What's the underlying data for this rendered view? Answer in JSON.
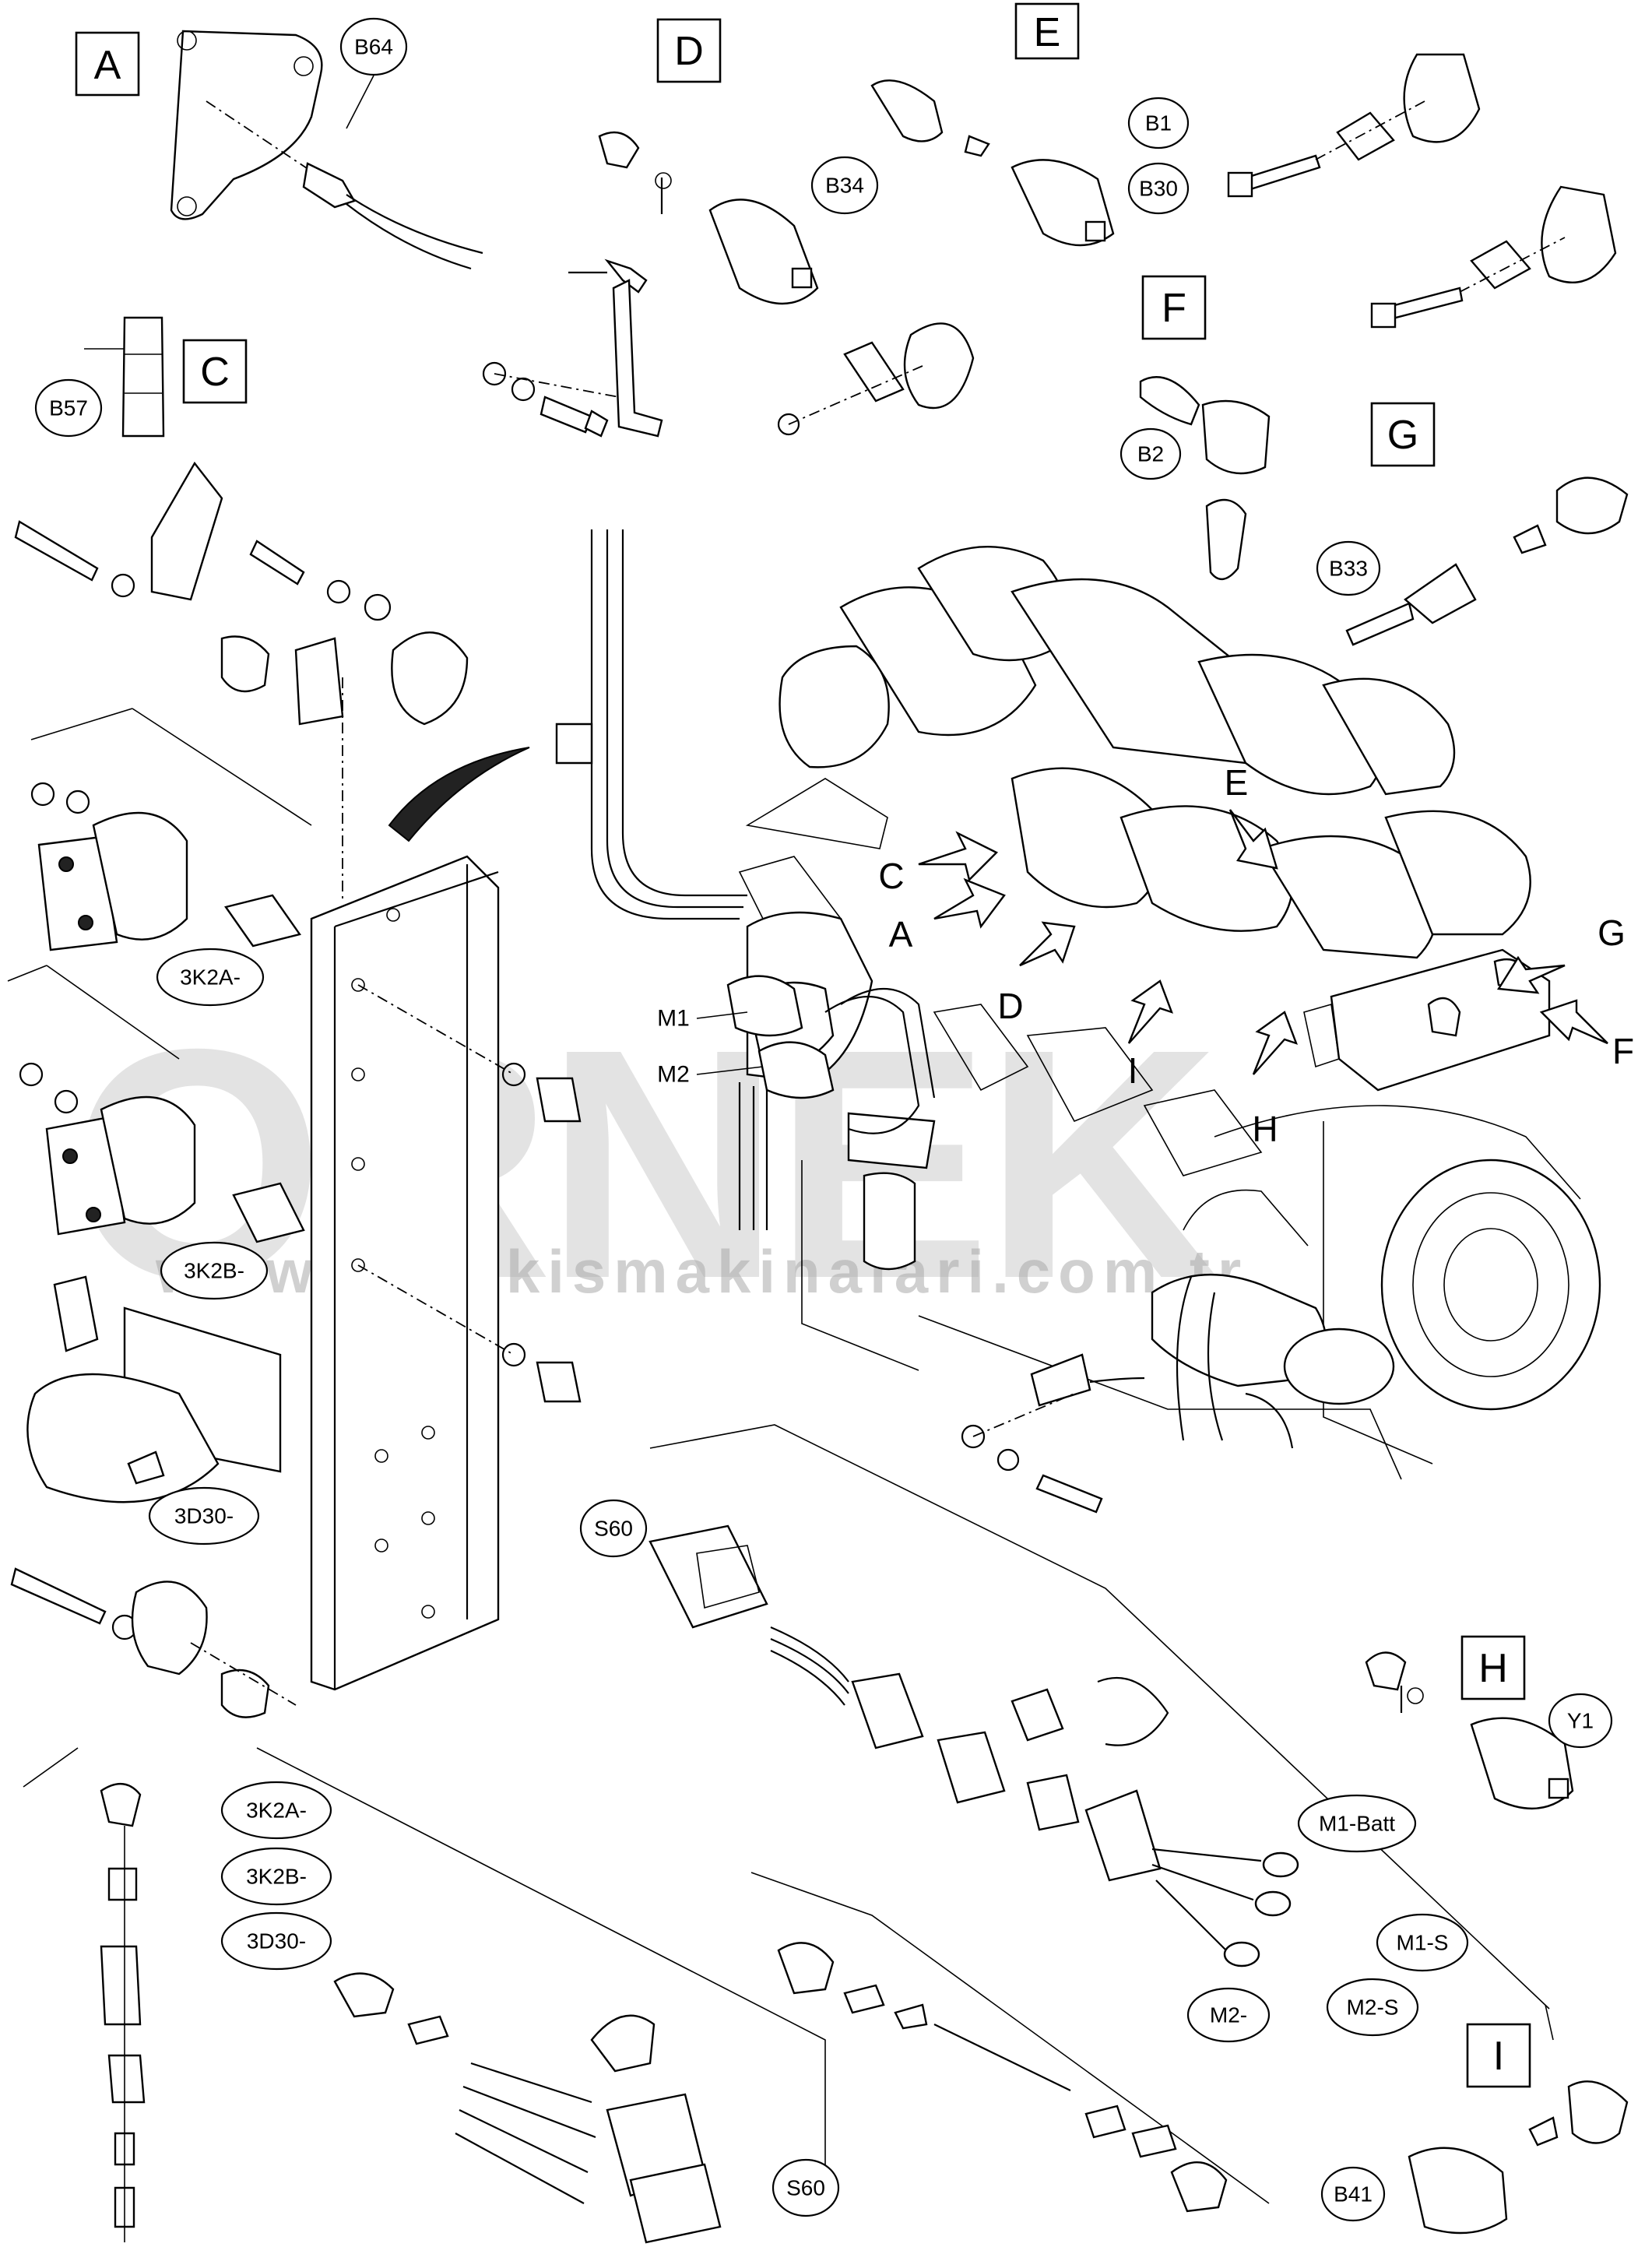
{
  "watermark": {
    "brand": "ORNEK",
    "url": "www.ornekismakinalari.com.tr"
  },
  "detail_views": {
    "A": "A",
    "B": "C",
    "D": "D",
    "E": "E",
    "F": "F",
    "G": "G",
    "H": "H",
    "I": "I"
  },
  "part_labels": {
    "b64": "B64",
    "b57": "B57",
    "b34": "B34",
    "b1": "B1",
    "b30": "B30",
    "b2": "B2",
    "b33": "B33",
    "b41": "B41",
    "y1": "Y1",
    "s60_top": "S60",
    "s60_bottom": "S60",
    "k2a": "3K2A-",
    "k2b": "3K2B-",
    "d30": "3D30-",
    "k2a_list": "3K2A-",
    "k2b_list": "3K2B-",
    "d30_list": "3D30-",
    "m1_batt": "M1-Batt",
    "m1_s": "M1-S",
    "m2_s": "M2-S",
    "m2_minus": "M2-"
  },
  "engine_callouts": {
    "c": "C",
    "a": "A",
    "d": "D",
    "e": "E",
    "g": "G",
    "f": "F",
    "h": "H",
    "i": "I",
    "m1": "M1",
    "m2": "M2"
  }
}
